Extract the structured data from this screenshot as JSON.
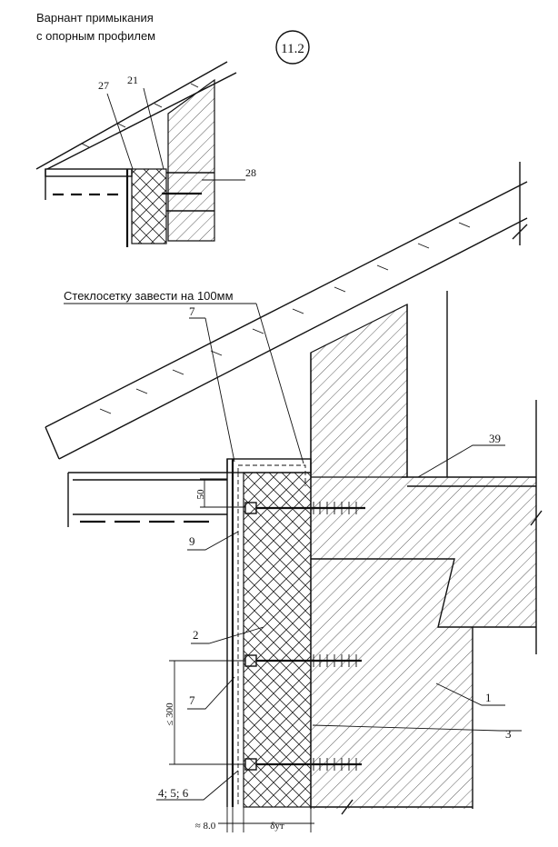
{
  "title_line1": "Варнант примыкания",
  "title_line2": "с опорным профилем",
  "detail_number": "11.2",
  "note": "Стеклосетку завести на 100мм",
  "callouts": {
    "c27": "27",
    "c21": "21",
    "c28": "28",
    "c7a": "7",
    "c39": "39",
    "c9": "9",
    "c2": "2",
    "c7b": "7",
    "c1": "1",
    "c3": "3",
    "c456": "4; 5; 6"
  },
  "dimensions": {
    "d50": "50",
    "d300": "≤ 300",
    "d8": "≈ 8.0",
    "dins": "δут"
  }
}
